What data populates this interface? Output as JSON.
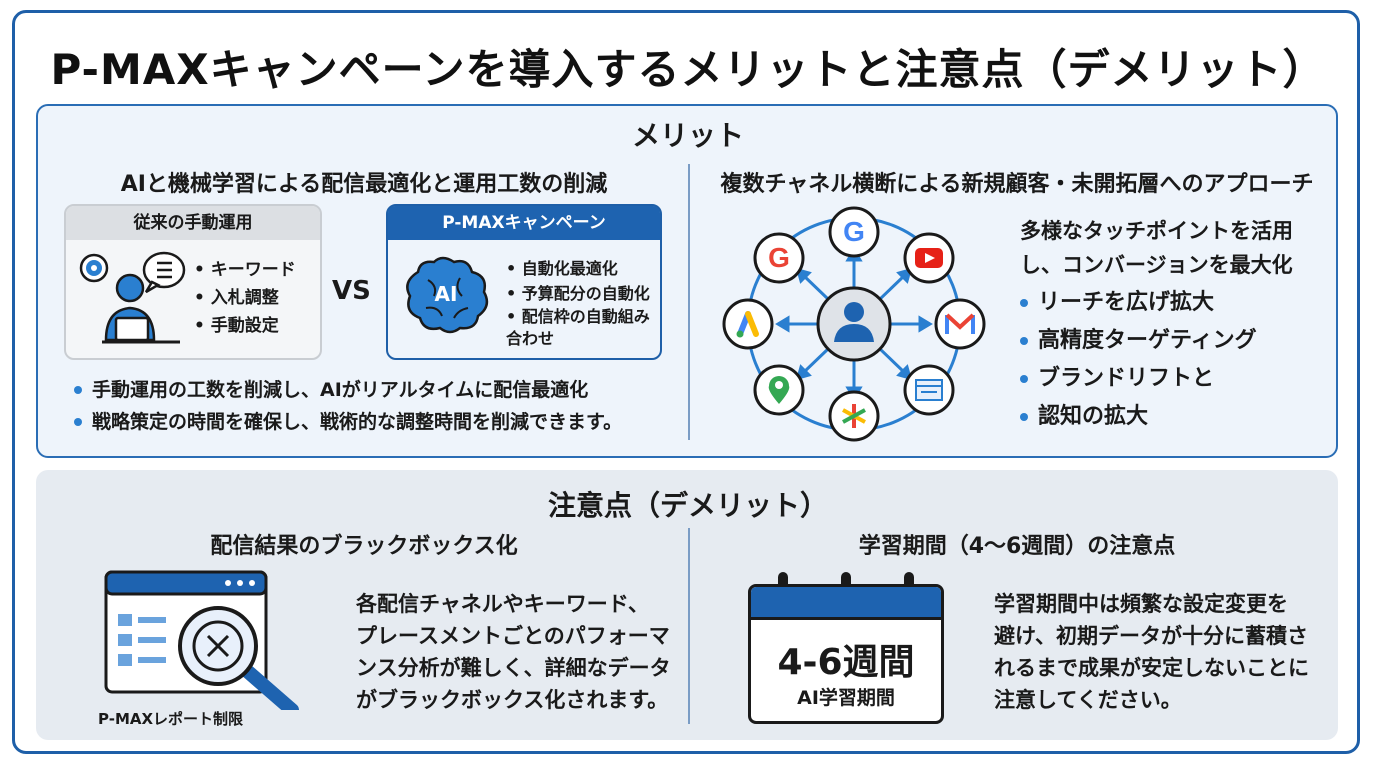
{
  "title": "P-MAXキャンペーンを導入するメリットと注意点（デメリット）",
  "merit": {
    "heading": "メリット",
    "left": {
      "subtitle": "AIと機械学習による配信最適化と運用工数の削減",
      "traditional": {
        "header": "従来の手動運用",
        "items": [
          "キーワード",
          "入札調整",
          "手動設定"
        ]
      },
      "vs": "VS",
      "pmax": {
        "header": "P-MAXキャンペーン",
        "ai_label": "AI",
        "items": [
          "自動化最適化",
          "予算配分の自動化",
          "配信枠の自動組み合わせ"
        ]
      },
      "bullets": [
        "手動運用の工数を削減し、AIがリアルタイムに配信最適化",
        "戦略策定の時間を確保し、戦術的な調整時間を削減できます。"
      ]
    },
    "right": {
      "subtitle": "複数チャネル横断による新規顧客・未開拓層へのアプローチ",
      "lead_lines": [
        "多様なタッチポイントを活用",
        "し、コンバージョンを最大化"
      ],
      "bullets": [
        "リーチを広げ拡大",
        "高精度ターゲティング",
        "ブランドリフトと"
      ],
      "bullet_continuation": "認知の拡大",
      "channels": [
        "google-search-icon",
        "youtube-icon",
        "gmail-icon",
        "display-icon",
        "discover-icon",
        "maps-icon",
        "google-ads-icon",
        "google-icon",
        "user-icon"
      ]
    }
  },
  "demerit": {
    "heading": "注意点（デメリット）",
    "left": {
      "subtitle": "配信結果のブラックボックス化",
      "report_caption": "P-MAXレポート制限",
      "text_lines": [
        "各配信チャネルやキーワード、",
        "プレースメントごとのパフォーマ",
        "ンス分析が難しく、詳細なデータ",
        "がブラックボックス化されます。"
      ]
    },
    "right": {
      "subtitle": "学習期間（4〜6週間）の注意点",
      "calendar_big": "4-6週間",
      "calendar_small": "AI学習期間",
      "text_lines": [
        "学習期間中は頻繁な設定変更を",
        "避け、初期データが十分に蓄積さ",
        "れるまで成果が安定しないことに",
        "注意してください。"
      ]
    }
  },
  "colors": {
    "accent": "#1e63b0",
    "frame": "#1e5fa8",
    "merit_bg": "#eef4fb",
    "demerit_bg": "#e6ebf1",
    "bullet": "#2a7fd0"
  }
}
